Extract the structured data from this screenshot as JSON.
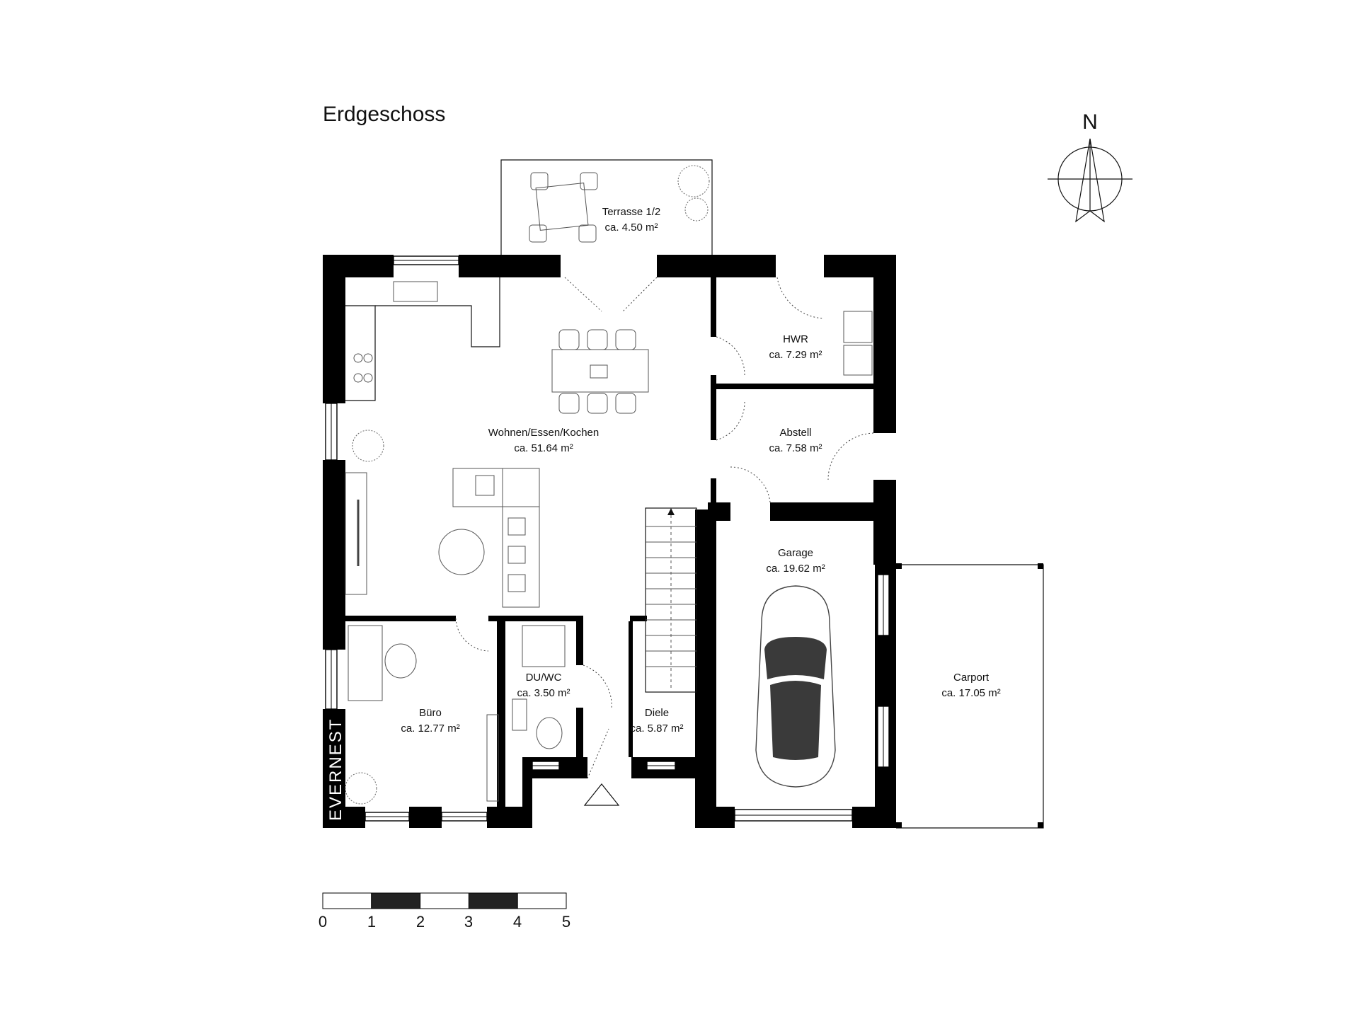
{
  "plan": {
    "title": "Erdgeschoss",
    "north_label": "N",
    "brand": "EVERNEST",
    "rooms": [
      {
        "name": "Terrasse 1/2",
        "area": "ca. 4.50 m²"
      },
      {
        "name": "HWR",
        "area": "ca. 7.29 m²"
      },
      {
        "name": "Abstell",
        "area": "ca. 7.58 m²"
      },
      {
        "name": "Wohnen/Essen/Kochen",
        "area": "ca. 51.64 m²"
      },
      {
        "name": "Garage",
        "area": "ca. 19.62 m²"
      },
      {
        "name": "Carport",
        "area": "ca. 17.05 m²"
      },
      {
        "name": "DU/WC",
        "area": "ca. 3.50 m²"
      },
      {
        "name": "Büro",
        "area": "ca. 12.77 m²"
      },
      {
        "name": "Diele",
        "area": "ca. 5.87 m²"
      }
    ],
    "scale_labels": [
      "0",
      "1",
      "2",
      "3",
      "4",
      "5"
    ],
    "colors": {
      "wall": "#000000",
      "background": "#ffffff",
      "car_roof": "#3a3a3a"
    }
  }
}
